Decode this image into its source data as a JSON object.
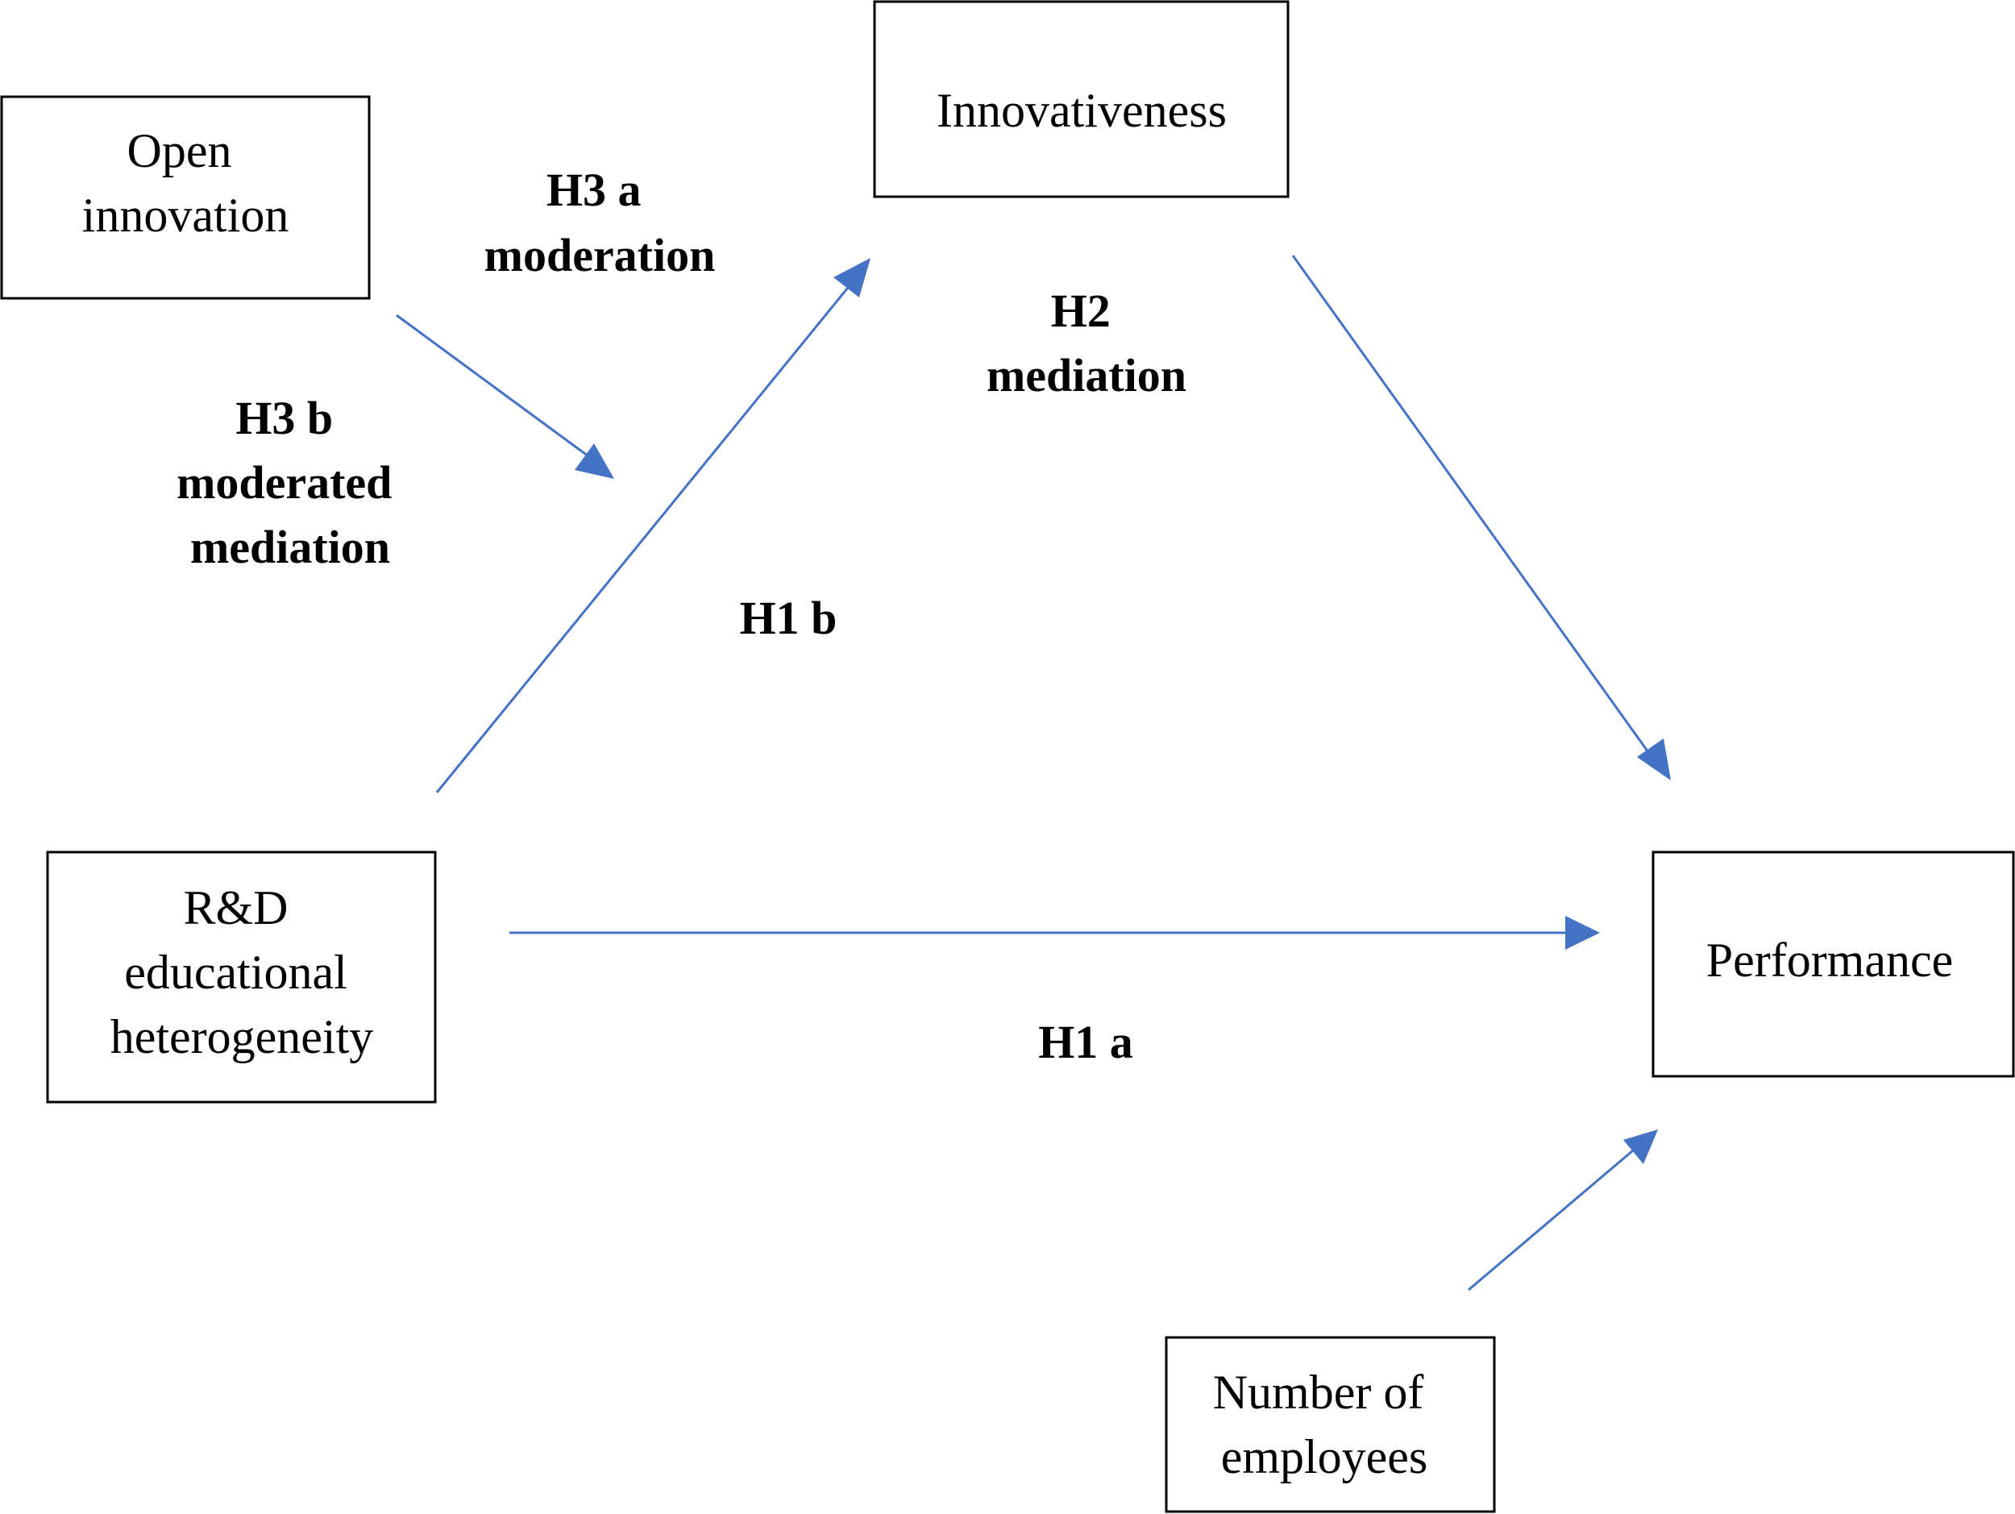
{
  "nodes": {
    "open_innovation": {
      "lines": [
        "Open",
        "innovation"
      ]
    },
    "innovativeness": {
      "lines": [
        "Innovativeness"
      ]
    },
    "rd_heterogeneity": {
      "lines": [
        "R&D",
        "educational",
        "heterogeneity"
      ]
    },
    "performance": {
      "lines": [
        "Performance"
      ]
    },
    "employees": {
      "lines": [
        "Number of",
        "employees"
      ]
    }
  },
  "edge_labels": {
    "h3a": [
      "H3 a",
      "moderation"
    ],
    "h3b": [
      "H3 b",
      "moderated",
      "mediation"
    ],
    "h2": [
      "H2",
      "mediation"
    ],
    "h1b": [
      "H1 b"
    ],
    "h1a": [
      "H1 a"
    ]
  },
  "colors": {
    "arrow": "#4472C4",
    "box_border": "#000000",
    "text": "#000000",
    "background": "#ffffff"
  }
}
